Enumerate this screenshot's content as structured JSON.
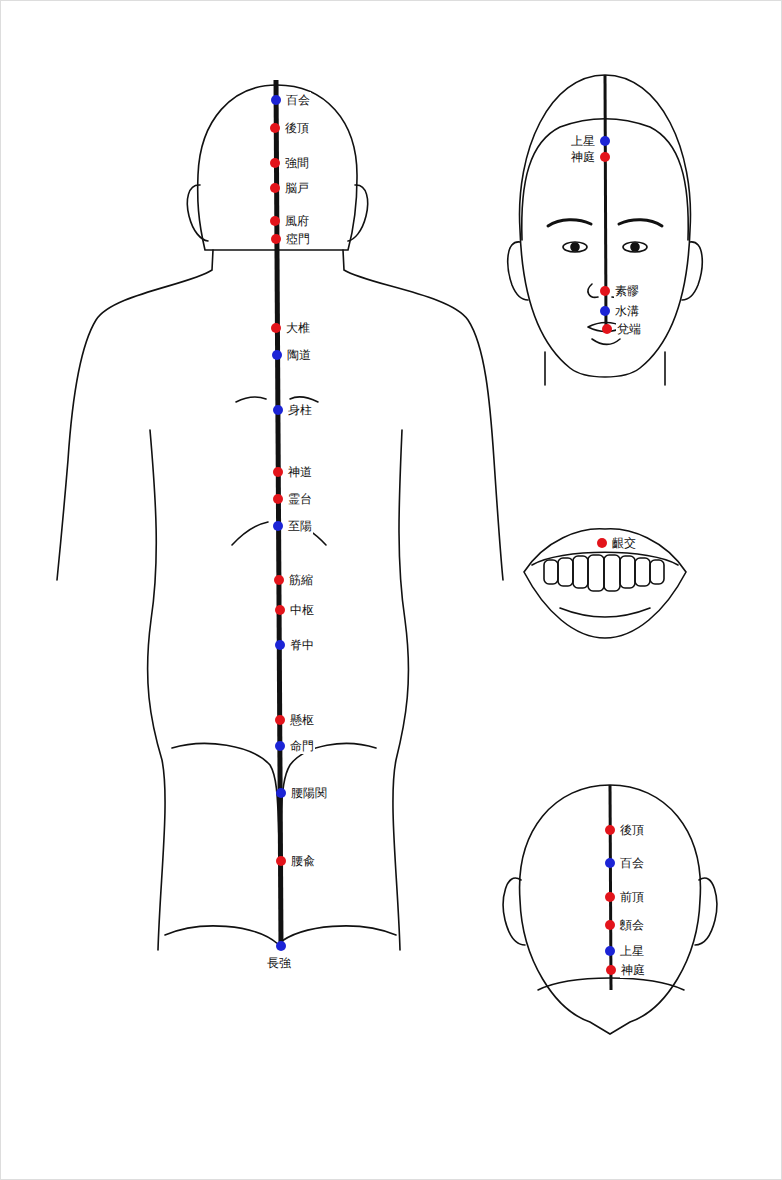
{
  "diagram": {
    "labels": [
      "百会",
      "後頂",
      "強間",
      "脳戸",
      "風府",
      "瘂門",
      "大椎",
      "陶道",
      "身柱",
      "神道",
      "霊台",
      "至陽",
      "筋縮",
      "中枢",
      "脊中",
      "懸枢",
      "命門",
      "腰陽関",
      "腰兪",
      "長強",
      "上星",
      "神庭",
      "素髎",
      "水溝",
      "兌端",
      "齦交",
      "後頂",
      "百会",
      "前頂",
      "顖会",
      "上星",
      "神庭"
    ]
  }
}
